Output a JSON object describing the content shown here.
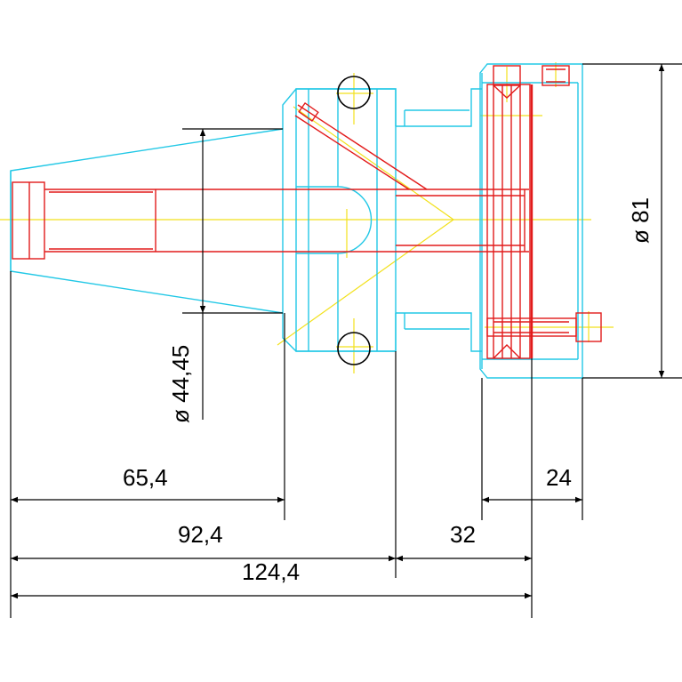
{
  "dimensions": {
    "d1": "65,4",
    "d2": "92,4",
    "d3": "124,4",
    "d4": "32",
    "d5": "24",
    "dia_taper": "ø 44,45",
    "dia_flange": "ø 81"
  },
  "colors": {
    "outline": "#22c8e6",
    "hidden_parts": "#e21b1b",
    "centerline": "#f2e11c",
    "dimension": "#000000"
  }
}
